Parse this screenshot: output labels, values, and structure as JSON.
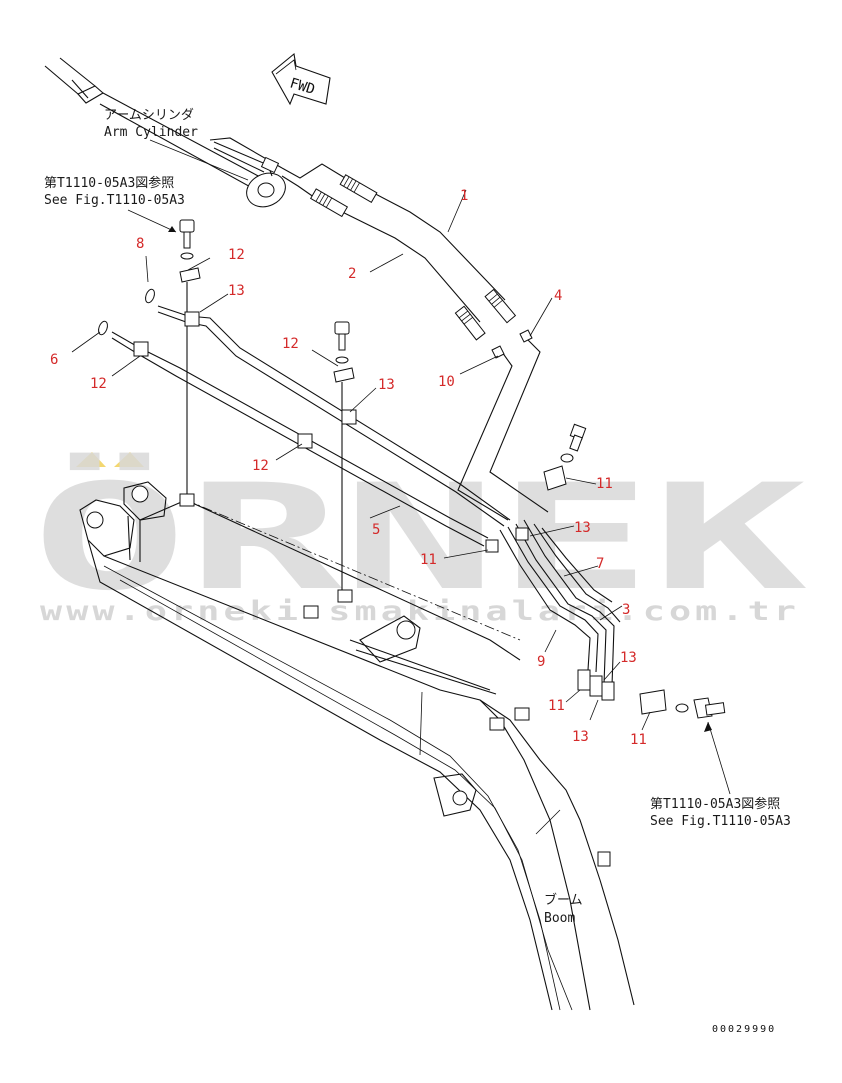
{
  "labels": {
    "fwd": "FWD",
    "arm_cylinder_jp": "アームシリンダ",
    "arm_cylinder_en": "Arm Cylinder",
    "see_fig_jp_1": "第T1110-05A3図参照",
    "see_fig_en_1": "See Fig.T1110-05A3",
    "see_fig_jp_2": "第T1110-05A3図参照",
    "see_fig_en_2": "See Fig.T1110-05A3",
    "boom_jp": "ブーム",
    "boom_en": "Boom",
    "drawing_code": "00029990"
  },
  "callouts": {
    "c1": "1",
    "c2": "2",
    "c3": "3",
    "c4": "4",
    "c5": "5",
    "c6": "6",
    "c7": "7",
    "c8": "8",
    "c9": "9",
    "c10": "10",
    "c11a": "11",
    "c11b": "11",
    "c11c": "11",
    "c11d": "11",
    "c12a": "12",
    "c12b": "12",
    "c12c": "12",
    "c12d": "12",
    "c13a": "13",
    "c13b": "13",
    "c13c": "13",
    "c13d": "13",
    "c13e": "13"
  },
  "watermark": {
    "brand": "ÖRNEK",
    "url": "www.orneki smakinalari.com.tr"
  },
  "colors": {
    "callout": "#d42a2a",
    "line": "#111111",
    "watermark": "#d9d9d9",
    "watermark_accent": "#f3d770"
  }
}
